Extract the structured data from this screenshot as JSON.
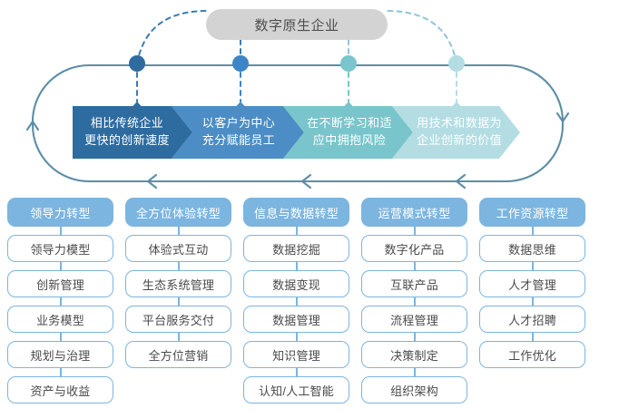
{
  "top": {
    "pill_label": "数字原生企业",
    "colors": {
      "pill_bg": "#d3d3d3",
      "loop_stroke": "#5d8ea5",
      "dash_stroke": "#3b7bb5",
      "stage1": "#2e6ca0",
      "stage2": "#4b8dc4",
      "stage3": "#79c5cb",
      "stage4": "#b3dde3",
      "card_blue": "#7cb5e0"
    },
    "stages": [
      {
        "line1": "相比传统企业",
        "line2": "更快的创新速度",
        "color": "#2e6ca0",
        "dot_color": "#2e6ca0"
      },
      {
        "line1": "以客户为中心",
        "line2": "充分赋能员工",
        "color": "#4b8dc4",
        "dot_color": "#3d85c6"
      },
      {
        "line1": "在不断学习和适",
        "line2": "应中拥抱风险",
        "color": "#79c5cb",
        "dot_color": "#79c5cb"
      },
      {
        "line1": "用技术和数据为",
        "line2": "企业创新的价值",
        "color": "#b3dde3",
        "dot_color": "#b3dde3"
      }
    ],
    "loop_arrow_icons": [
      "arrow-up-icon",
      "arrow-down-icon",
      "arrow-left-icon",
      "arrow-left-icon",
      "arrow-left-icon"
    ]
  },
  "columns": [
    {
      "header": "领导力转型",
      "items": [
        "领导力模型",
        "创新管理",
        "业务模型",
        "规划与治理",
        "资产与收益"
      ]
    },
    {
      "header": "全方位体验转型",
      "items": [
        "体验式互动",
        "生态系统管理",
        "平台服务交付",
        "全方位营销"
      ]
    },
    {
      "header": "信息与数据转型",
      "items": [
        "数据挖掘",
        "数据变现",
        "数据管理",
        "知识管理",
        "认知/人工智能"
      ]
    },
    {
      "header": "运营模式转型",
      "items": [
        "数字化产品",
        "互联产品",
        "流程管理",
        "决策制定",
        "组织架构"
      ]
    },
    {
      "header": "工作资源转型",
      "items": [
        "数据思维",
        "人才管理",
        "人才招聘",
        "工作优化"
      ]
    }
  ]
}
